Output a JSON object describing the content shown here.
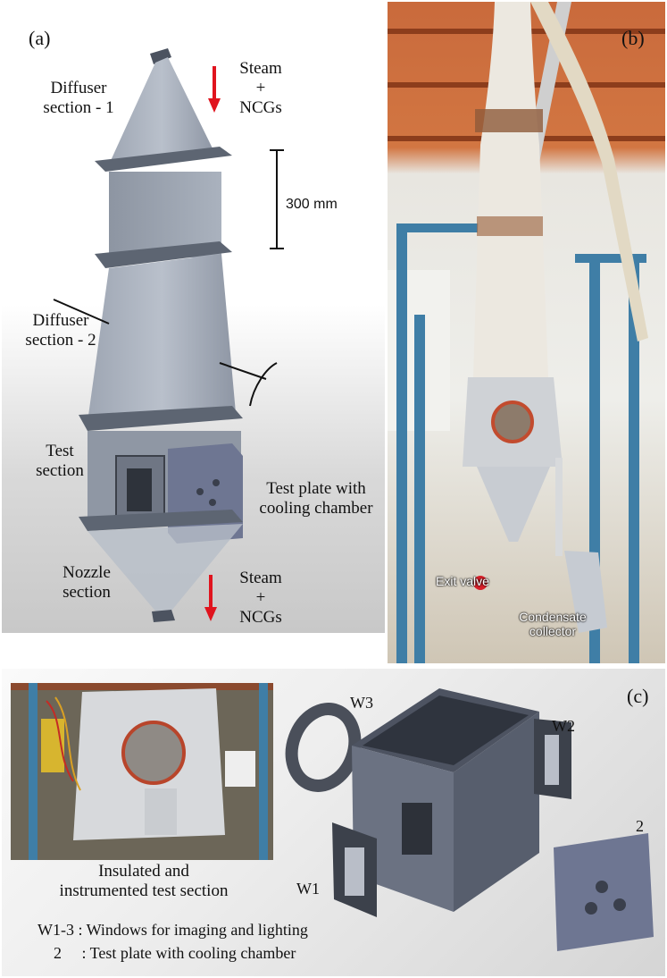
{
  "panel_a": {
    "tag": "(a)",
    "diffuser1": "Diffuser\nsection - 1",
    "diffuser2": "Diffuser\nsection - 2",
    "test_section": "Test\nsection",
    "nozzle": "Nozzle\nsection",
    "flow_top": "Steam\n+\nNCGs",
    "flow_bottom": "Steam\n+\nNCGs",
    "scale": "300 mm",
    "test_plate": "Test plate with\ncooling chamber"
  },
  "panel_b": {
    "tag": "(b)",
    "exit_valve": "Exit valve",
    "condensate": "Condensate\ncollector"
  },
  "panel_c": {
    "tag": "(c)",
    "photo_caption": "Insulated and\ninstrumented test section",
    "w3": "W3",
    "w2": "W2",
    "w1": "W1",
    "plate_num": "2",
    "legend_line1": "W1-3 : Windows for imaging and lighting",
    "legend_line2": "2     : Test plate with cooling chamber"
  },
  "colors": {
    "arrow": "#e0141e",
    "metal": "#a8afbb",
    "plate": "#6e7692",
    "frame_blue": "#3f7ea6"
  }
}
